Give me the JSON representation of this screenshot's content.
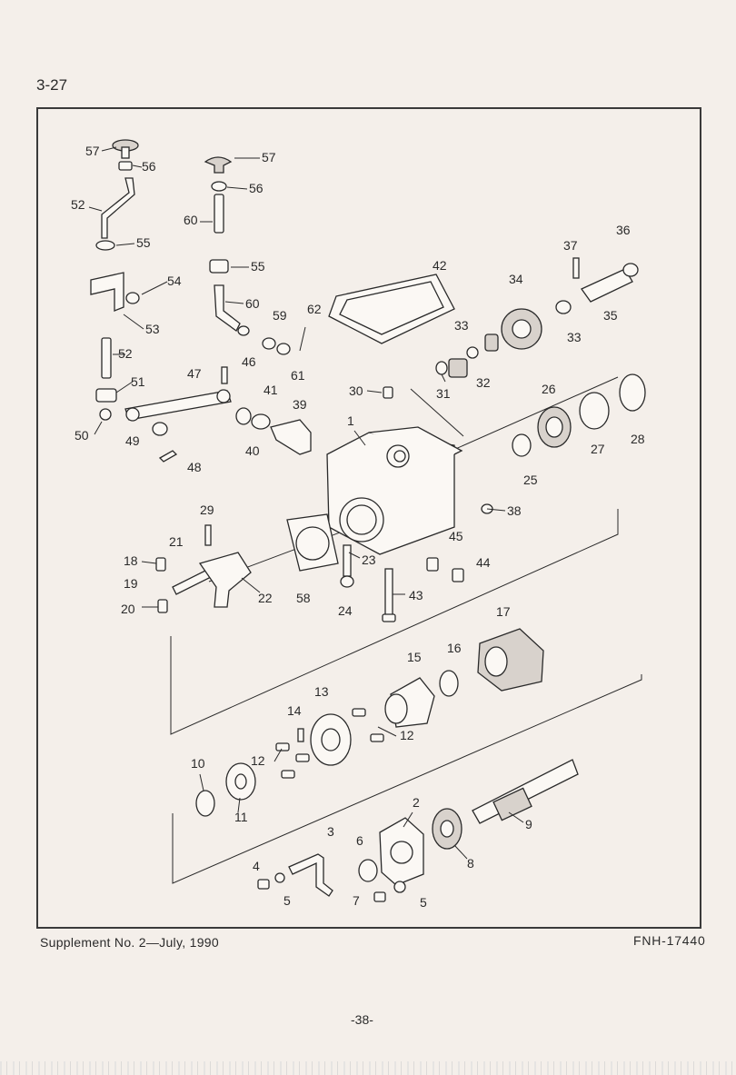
{
  "header": {
    "section": "3-27"
  },
  "footer": {
    "supplement": "Supplement  No. 2—July, 1990",
    "code": "FNH-17440",
    "page": "-38-"
  },
  "callouts": [
    "1",
    "2",
    "3",
    "4",
    "5",
    "5",
    "6",
    "7",
    "8",
    "9",
    "10",
    "11",
    "12",
    "12",
    "13",
    "14",
    "15",
    "16",
    "17",
    "18",
    "19",
    "20",
    "21",
    "22",
    "23",
    "24",
    "25",
    "26",
    "27",
    "28",
    "29",
    "30",
    "31",
    "32",
    "33",
    "33",
    "34",
    "35",
    "36",
    "37",
    "38",
    "39",
    "40",
    "41",
    "42",
    "43",
    "44",
    "45",
    "46",
    "47",
    "48",
    "49",
    "50",
    "51",
    "52",
    "52",
    "53",
    "54",
    "55",
    "55",
    "56",
    "56",
    "57",
    "57",
    "58",
    "59",
    "60",
    "60",
    "61",
    "62"
  ]
}
